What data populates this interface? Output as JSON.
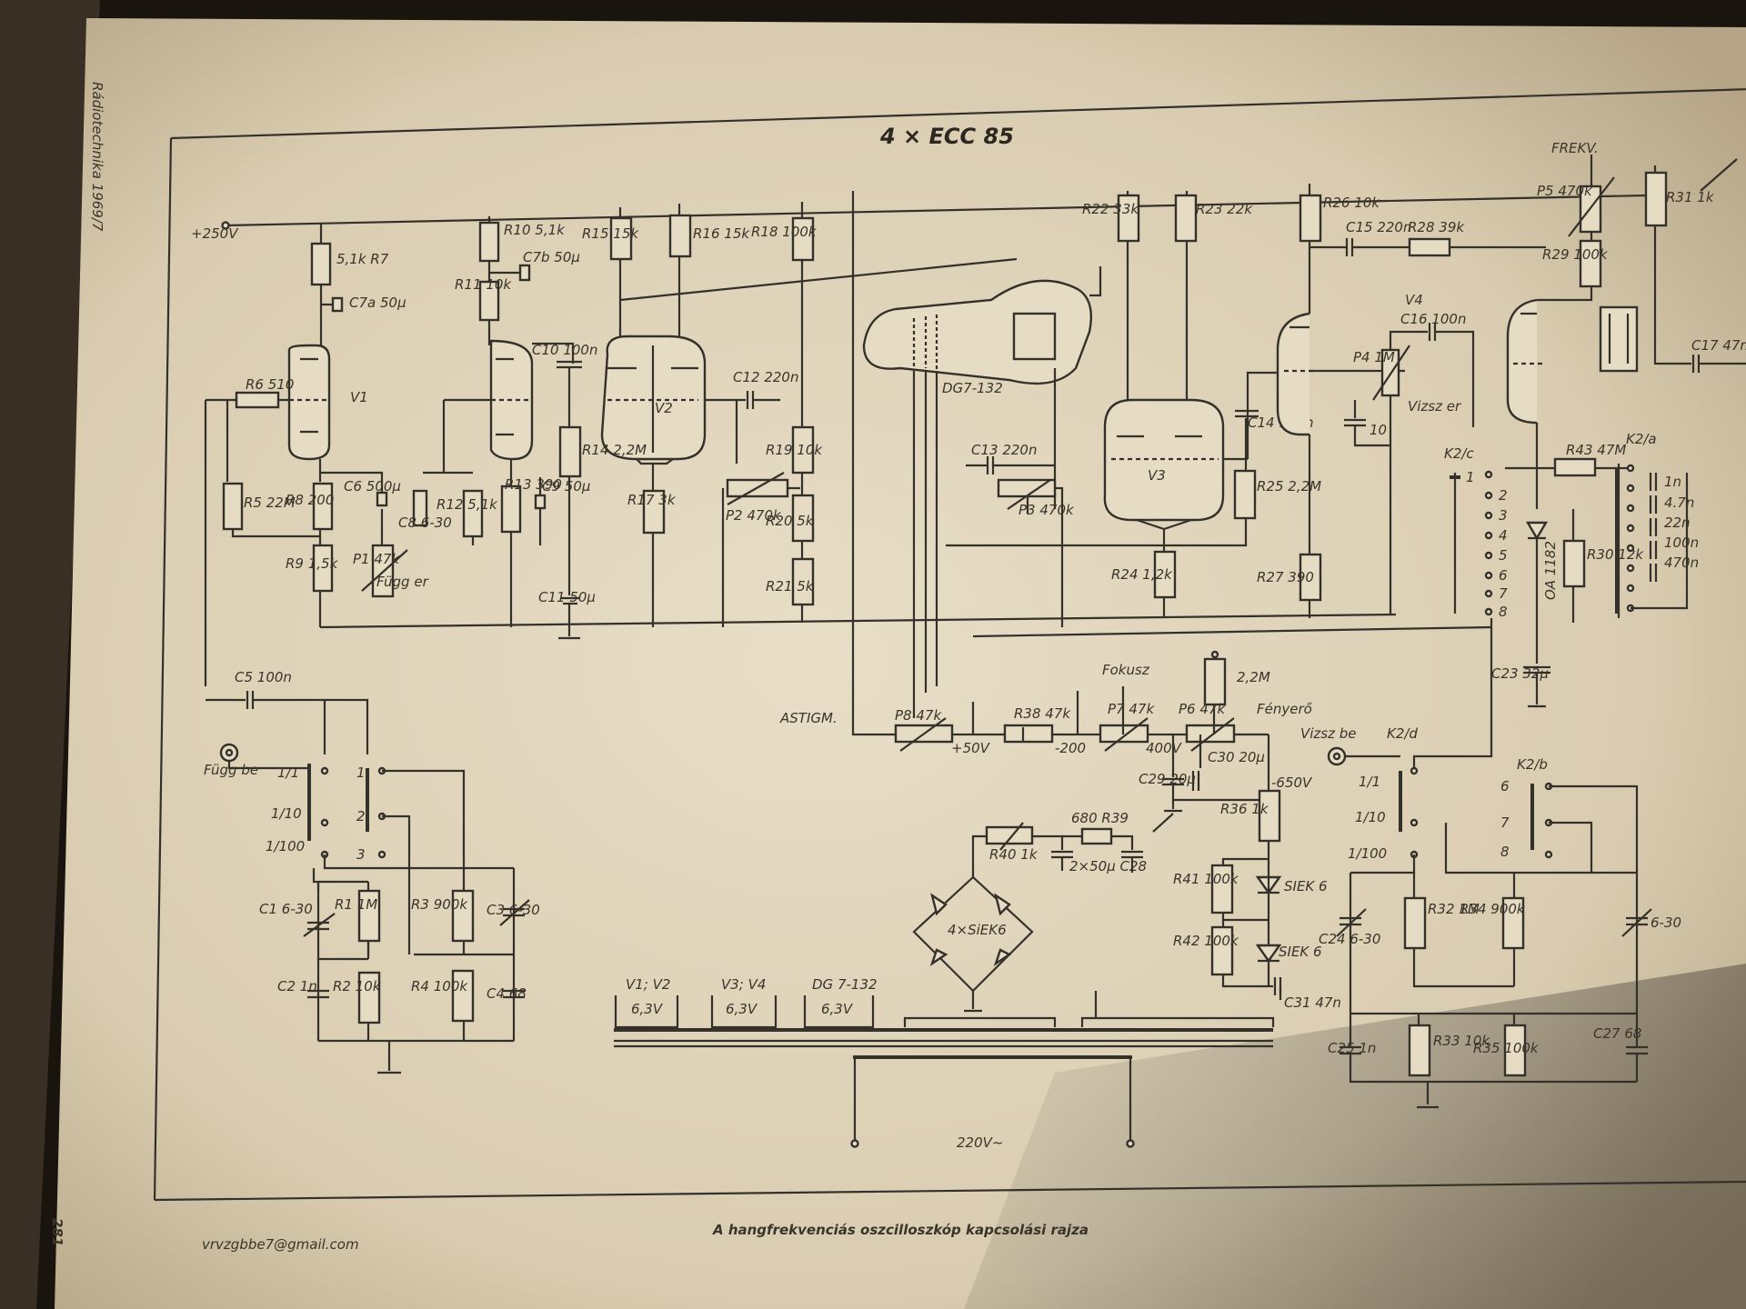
{
  "page": {
    "header": "Rádiotechnika 1969/7",
    "page_number": "281",
    "handwritten_note": "vrvzgbbe7@gmail.com"
  },
  "schematic": {
    "title": "4 × ECC 85",
    "caption": "A hangfrekvenciás oszcilloszkóp kapcsolási rajza",
    "supply": {
      "hv": "+250V",
      "mains": "220V~",
      "plus50": "+50V",
      "minus200": "-200",
      "minus650": "-650V"
    },
    "tubes": {
      "v1": "V1",
      "v2": "V2",
      "v3": "V3",
      "v4": "V4",
      "crt": "DG7-132"
    },
    "controls": {
      "astigm": "ASTIGM.",
      "fokusz": "Fokusz",
      "fenyero": "Fényerő",
      "frekv": "FREKV.",
      "fugg_er": "Függ er",
      "vizsz_er": "Vizsz er",
      "fugg_be": "Függ be",
      "vizsz_be": "Vizsz be"
    },
    "attenuator": {
      "pos1": "1/1",
      "pos2": "1/10",
      "pos3": "1/100"
    },
    "switch_positions": [
      "1",
      "2",
      "3"
    ],
    "k2_positions": [
      "1",
      "2",
      "3",
      "4",
      "5",
      "6",
      "7",
      "8"
    ],
    "switches": {
      "k2a": "K2/a",
      "k2b": "K2/b",
      "k2c": "K2/c",
      "k2d": "K2/d"
    },
    "diodes": {
      "bridge": "4×SiEK6",
      "siek1": "SIEK 6",
      "siek2": "SIEK 6",
      "oa": "OA 1182"
    },
    "heaters": [
      {
        "tubes": "V1; V2",
        "voltage": "6,3V"
      },
      {
        "tubes": "V3; V4",
        "voltage": "6,3V"
      },
      {
        "tubes": "DG 7-132",
        "voltage": "6,3V"
      }
    ],
    "timebase_caps": [
      "1n",
      "4.7n",
      "22n",
      "100n",
      "470n"
    ],
    "components": {
      "r1": "R1 1M",
      "r2": "R2 10k",
      "r3": "R3 900k",
      "r4": "R4 100k",
      "c1": "C1 6-30",
      "c2": "C2 1n",
      "c3": "C3 6-30",
      "c4": "C4 68",
      "c5": "C5 100n",
      "r5": "R5 22M",
      "r6": "R6 510",
      "r7": "5,1k R7",
      "c7a": "C7a 50µ",
      "r8": "R8 200",
      "r9": "R9 1,5k",
      "c6": "C6 500µ",
      "c8": "C8 6-30",
      "p1": "P1 47k",
      "r10": "R10 5,1k",
      "c7b": "C7b 50µ",
      "r11": "R11 10k",
      "r12": "R12 5,1k",
      "r13": "R13 390",
      "c9": "C9 50µ",
      "c10": "C10 100n",
      "r14": "R14 2,2M",
      "c11": "C11 50µ",
      "r15": "R15 15k",
      "r16": "R16 15k",
      "r17": "R17 3k",
      "r18": "R18 100k",
      "c12": "C12 220n",
      "p2": "P2 470k",
      "r19": "R19 10k",
      "r20": "R20 5k",
      "r21": "R21 5k",
      "r22": "R22 33k",
      "r23": "R23 22k",
      "c13": "C13 220n",
      "p3": "P3 470k",
      "r24": "R24 1,2k",
      "r25": "R25 2,2M",
      "c14": "C14 100n",
      "r26": "R26 10k",
      "c15": "C15 220n",
      "r28": "R28 39k",
      "c16": "C16 100n",
      "p4": "P4 1M",
      "c10b": "10",
      "r27": "R27 390",
      "p5": "P5 470k",
      "r29": "R29 100k",
      "r31": "R31 1k",
      "c17": "C17 47n",
      "r43": "R43 47M",
      "r30": "R30 12k",
      "c23": "C23 32µ",
      "p8": "P8 47k",
      "r38": "R38 47k",
      "p7": "P7 47k",
      "p7v": "400V",
      "p6": "P6 47k",
      "r37": "2,2M",
      "c29": "C29 20µ",
      "c30": "C30 20µ",
      "r36": "R36 1k",
      "r41": "R41 100k",
      "r42": "R42 100k",
      "c31": "C31 47n",
      "r40": "R40 1k",
      "r39": "680 R39",
      "c28": "2×50µ C28",
      "r32": "R32 1M",
      "r34": "R34 900k",
      "c24": "C24 6-30",
      "c26": "6-30",
      "c25": "C25 1n",
      "r33": "R33 10k",
      "r35": "R35 100k",
      "c27": "C27 68"
    }
  }
}
